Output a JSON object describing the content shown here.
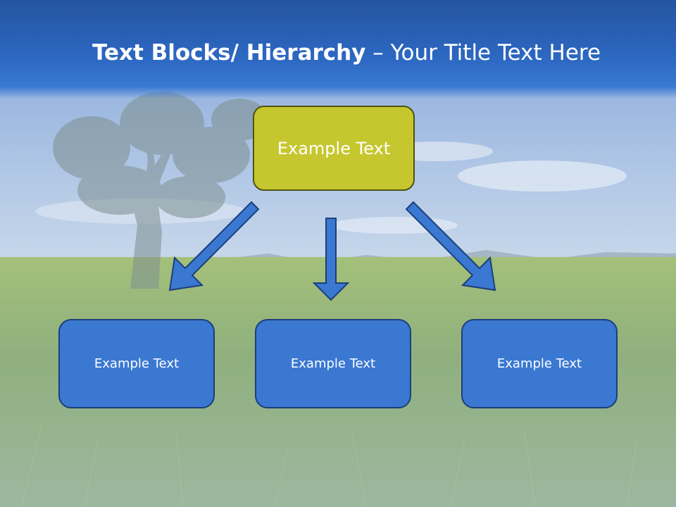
{
  "title": {
    "bold": "Text Blocks/ Hierarchy",
    "rest": " – Your Title Text Here"
  },
  "top_block": {
    "label": "Example Text"
  },
  "child_blocks": [
    {
      "label": "Example Text"
    },
    {
      "label": "Example Text"
    },
    {
      "label": "Example Text"
    }
  ],
  "colors": {
    "title_band": "#2d68c2",
    "top_block_fill": "#c6c72f",
    "child_block_fill": "#3a78d2",
    "arrow_fill": "#3a78d2"
  }
}
